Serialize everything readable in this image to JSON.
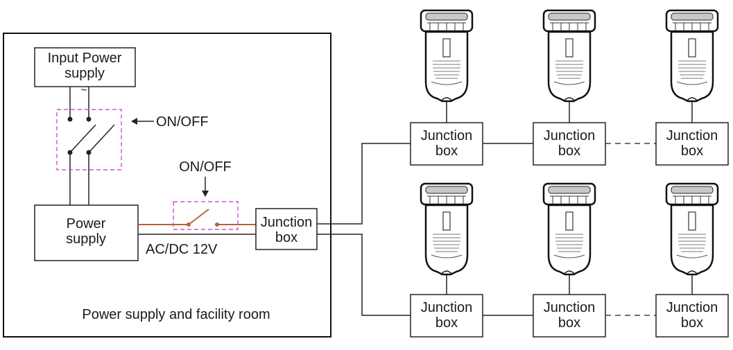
{
  "colors": {
    "line": "#222222",
    "switch_dash": "#d64bd2",
    "copper_wire": "#b5633b"
  },
  "facility_room": {
    "caption": "Power supply and facility room"
  },
  "input_power": {
    "line1": "Input Power",
    "line2": "supply",
    "tilde": "~"
  },
  "main_switch": {
    "label": "ON/OFF"
  },
  "power_supply": {
    "line1": "Power",
    "line2": "supply"
  },
  "secondary_switch": {
    "label": "ON/OFF"
  },
  "voltage": {
    "label": "AC/DC 12V"
  },
  "main_junction": {
    "line1": "Junction",
    "line2": "box"
  },
  "top_row": [
    {
      "line1": "Junction",
      "line2": "box",
      "icon": "underground-light-icon"
    },
    {
      "line1": "Junction",
      "line2": "box",
      "icon": "underground-light-icon"
    },
    {
      "line1": "Junction",
      "line2": "box",
      "icon": "underground-light-icon"
    }
  ],
  "bottom_row": [
    {
      "line1": "Junction",
      "line2": "box",
      "icon": "underground-light-icon"
    },
    {
      "line1": "Junction",
      "line2": "box",
      "icon": "underground-light-icon"
    },
    {
      "line1": "Junction",
      "line2": "box",
      "icon": "underground-light-icon"
    }
  ]
}
